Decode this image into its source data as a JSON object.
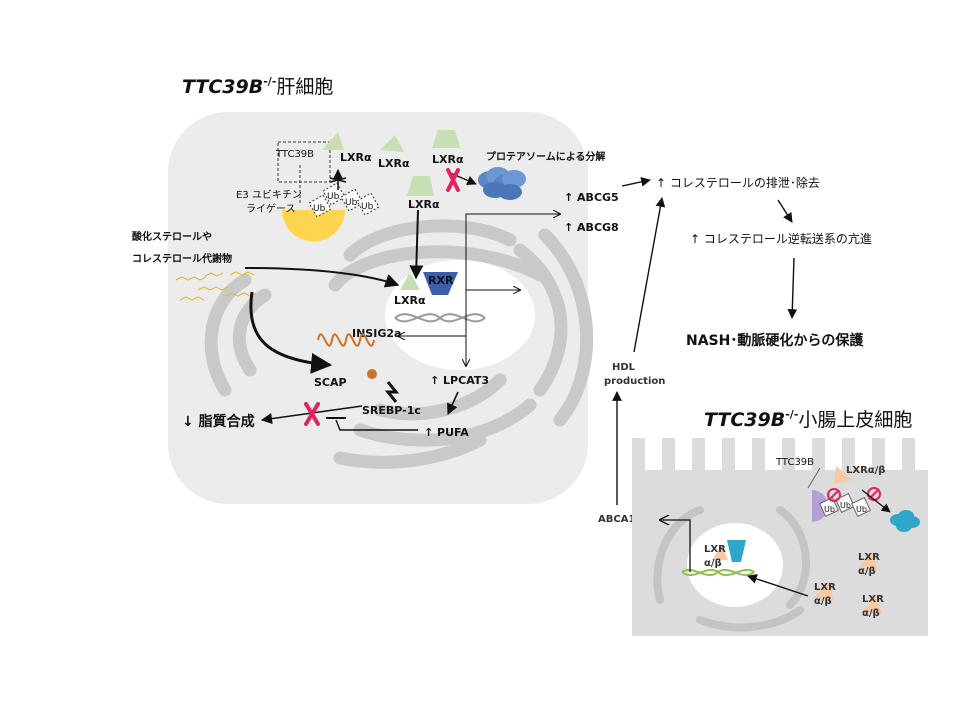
{
  "liver": {
    "title_gene": "TTC39B",
    "title_sup": "-/-",
    "title_cell": "肝細胞",
    "ttc39b": "TTC39B",
    "e3_line1": "E3 ユビキチン",
    "e3_line2": "ライゲース",
    "ub": "Ub",
    "lxr": "LXRα",
    "rxr": "RXR",
    "proteasome_label": "プロテアソームによる分解",
    "oxysterol_line1": "酸化ステロールや",
    "oxysterol_line2": "コレステロール代謝物",
    "insig": "INSIG2a",
    "scap": "SCAP",
    "srebp": "SREBP-1c",
    "lpcat": "↑ LPCAT3",
    "pufa": "↑ PUFA",
    "lipid": "↓ 脂質合成",
    "abcg5": "↑ ABCG5",
    "abcg8": "↑ ABCG8"
  },
  "outcomes": {
    "excretion": "↑ コレステロールの排泄･除去",
    "reverse": "↑ コレステロール逆転送系の亢進",
    "protection": "NASH･動脈硬化からの保護"
  },
  "intestine": {
    "title_gene": "TTC39B",
    "title_sup": "-/-",
    "title_cell": "小腸上皮細胞",
    "ttc39b": "TTC39B",
    "lxr_ab": "LXRα/β",
    "lxr": "LXR",
    "ab": "α/β",
    "ub": "Ub",
    "abca1": "ABCA1",
    "hdl_line1": "HDL",
    "hdl_line2": "production"
  },
  "colors": {
    "cell_bg": "#ececec",
    "golgi": "#c8c8c8",
    "lxr_green": "#c6dfb3",
    "rxr_blue": "#3a5fae",
    "rxr_cyan": "#2ea7c8",
    "e3_yellow": "#ffd54f",
    "scap_orange": "#c8742c",
    "block_red": "#e0245e",
    "proteasome": "#5a86c6",
    "intestine_bg": "#dcdcdc",
    "lxr_peach": "#f7c9a4",
    "e3_purple": "#b59fd6"
  }
}
